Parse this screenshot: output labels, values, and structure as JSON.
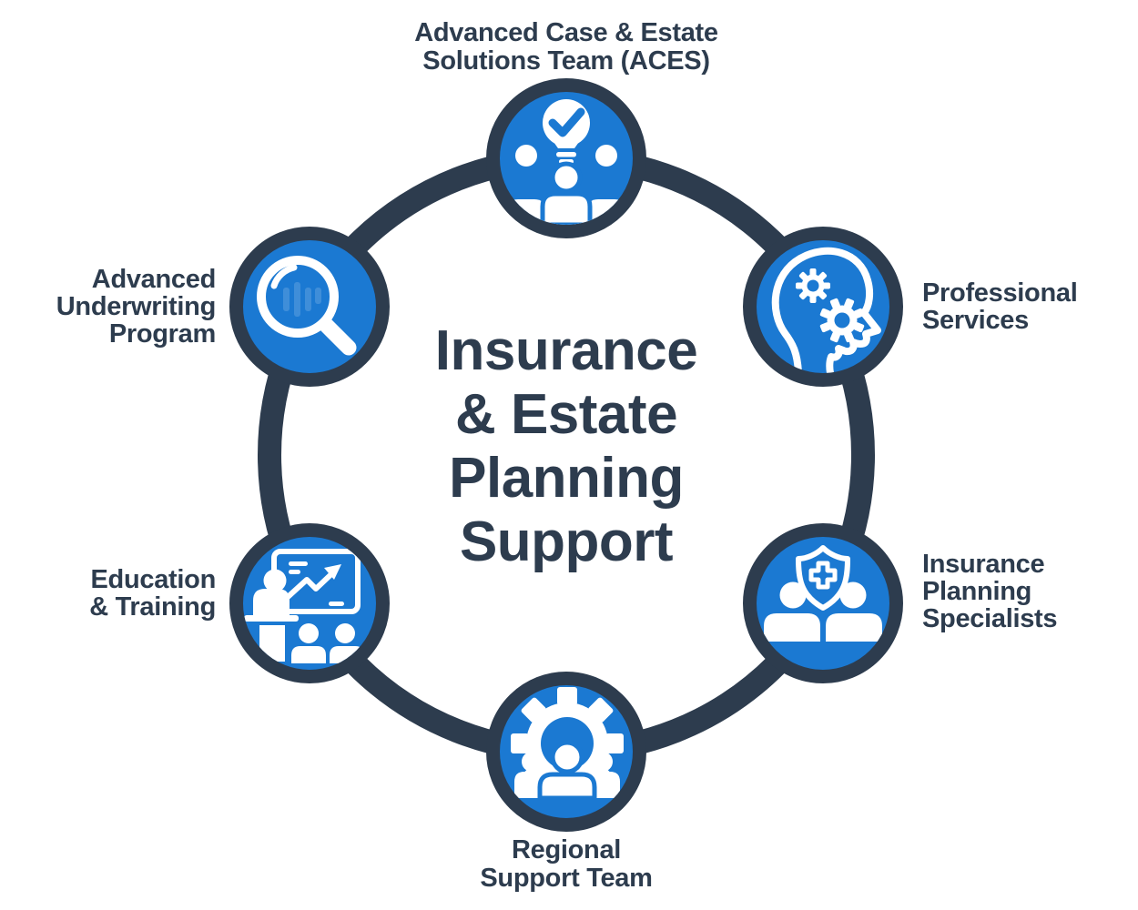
{
  "colors": {
    "blue": "#1b79d2",
    "navy": "#2d3c4e",
    "background": "#ffffff"
  },
  "center": {
    "lines": [
      "Insurance",
      "& Estate",
      "Planning",
      "Support"
    ]
  },
  "nodes": {
    "aces": {
      "icon": "lightbulb-check-team-icon",
      "lines": [
        "Advanced Case & Estate",
        "Solutions Team (ACES)"
      ]
    },
    "professional_services": {
      "icon": "head-gears-icon",
      "lines": [
        "Professional",
        "Services"
      ]
    },
    "insurance_planning_specialists": {
      "icon": "shield-cross-team-icon",
      "lines": [
        "Insurance",
        "Planning",
        "Specialists"
      ]
    },
    "regional_support_team": {
      "icon": "gear-team-icon",
      "lines": [
        "Regional",
        "Support Team"
      ]
    },
    "education_training": {
      "icon": "presenter-whiteboard-icon",
      "lines": [
        "Education",
        "& Training"
      ]
    },
    "advanced_underwriting": {
      "icon": "magnifying-glass-icon",
      "lines": [
        "Advanced",
        "Underwriting",
        "Program"
      ]
    }
  }
}
